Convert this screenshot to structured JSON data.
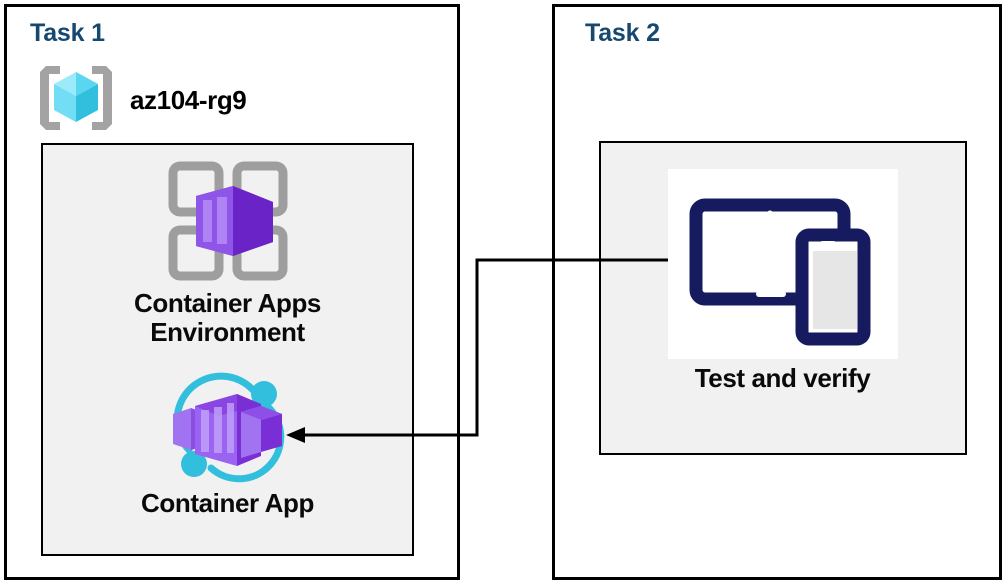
{
  "diagram": {
    "title": "Azure Container Apps task diagram",
    "background": "#FFFFFF",
    "colors": {
      "panel_border": "#000000",
      "inner_fill": "#F1F1F1",
      "task_title": "#17486F",
      "node_label": "#0A0A0A",
      "connector": "#000000",
      "azure_cube_light": "#7EE3FA",
      "azure_cube_dark": "#32BEDD",
      "bracket_gray": "#A0A0A0",
      "container_purple_light": "#A67AF4",
      "container_purple_dark": "#6F2FD0",
      "ring_cyan": "#32BEDD",
      "device_navy": "#161A5E"
    }
  },
  "task1": {
    "title": "Task 1",
    "resource_group": {
      "icon": "azure-resource-group-icon",
      "label": "az104-rg9"
    },
    "nodes": [
      {
        "id": "container-apps-environment",
        "icon": "container-apps-environment-icon",
        "label": "Container Apps\nEnvironment"
      },
      {
        "id": "container-app",
        "icon": "container-app-icon",
        "label": "Container App"
      }
    ]
  },
  "task2": {
    "title": "Task 2",
    "nodes": [
      {
        "id": "test-and-verify",
        "icon": "test-devices-icon",
        "label": "Test and verify"
      }
    ]
  },
  "connector": {
    "from": "test-and-verify",
    "to": "container-app",
    "arrow_direction": "left",
    "style": "orthogonal-elbow"
  }
}
